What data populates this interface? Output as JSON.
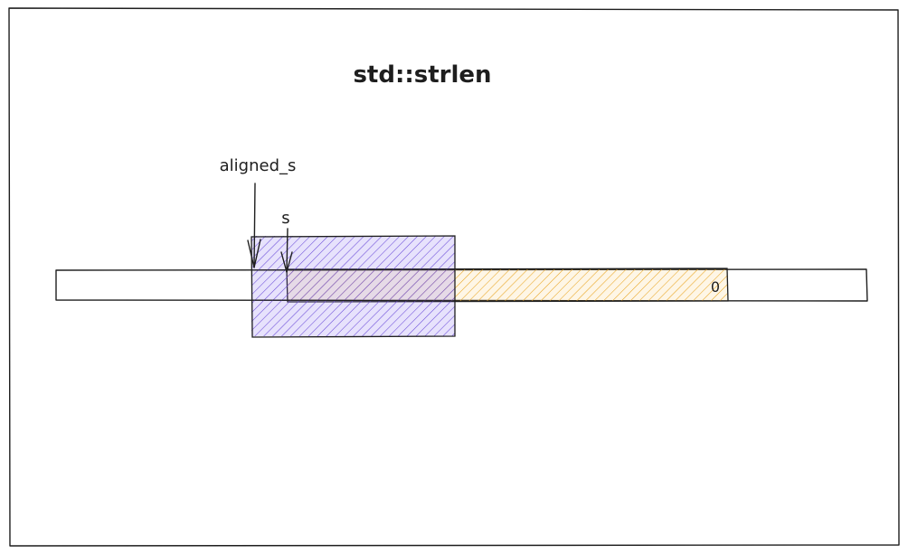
{
  "diagram": {
    "title": "std::strlen",
    "labels": {
      "aligned_pointer": "aligned_s",
      "string_pointer": "s",
      "terminator": "0"
    },
    "colors": {
      "stroke": "#1e1e1e",
      "aligned_block_fill": "#7b5cf0",
      "aligned_block_hatch": "#6a4bd8",
      "string_fill": "#f5b92e",
      "string_hatch": "#e9a420",
      "background": "#ffffff"
    }
  }
}
